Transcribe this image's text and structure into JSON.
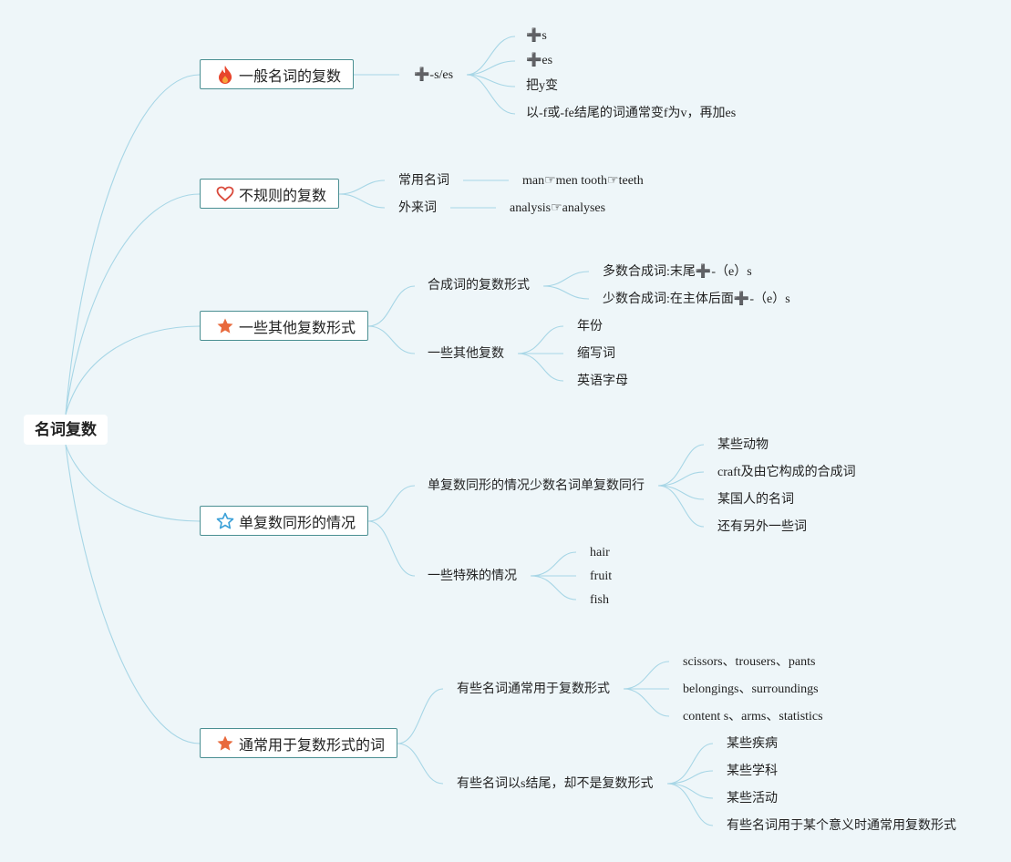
{
  "root": "名词复数",
  "branches": [
    {
      "label": "一般名词的复数",
      "icon": "fire-icon",
      "sub": [
        {
          "label": "➕-s/es",
          "items": [
            "➕s",
            "➕es",
            "把y变",
            "以-f或-fe结尾的词通常变f为v，再加es"
          ]
        }
      ]
    },
    {
      "label": "不规则的复数",
      "icon": "heart-icon",
      "sub": [
        {
          "label": "常用名词",
          "items": [
            "man☞men tooth☞teeth"
          ]
        },
        {
          "label": "外来词",
          "items": [
            "analysis☞analyses"
          ]
        }
      ]
    },
    {
      "label": "一些其他复数形式",
      "icon": "star-filled-icon",
      "sub": [
        {
          "label": "合成词的复数形式",
          "items": [
            "多数合成词:末尾➕-（e）s",
            "少数合成词:在主体后面➕-（e）s"
          ]
        },
        {
          "label": "一些其他复数",
          "items": [
            "年份",
            "缩写词",
            "英语字母"
          ]
        }
      ]
    },
    {
      "label": "单复数同形的情况",
      "icon": "star-outline-icon",
      "sub": [
        {
          "label": "单复数同形的情况少数名词单复数同行",
          "items": [
            "某些动物",
            "craft及由它构成的合成词",
            "某国人的名词",
            "还有另外一些词"
          ]
        },
        {
          "label": "一些特殊的情况",
          "items": [
            "hair",
            "fruit",
            "fish"
          ]
        }
      ]
    },
    {
      "label": "通常用于复数形式的词",
      "icon": "star-filled-icon",
      "sub": [
        {
          "label": "有些名词通常用于复数形式",
          "items": [
            "scissors、trousers、pants",
            "belongings、surroundings",
            "content s、arms、statistics"
          ]
        },
        {
          "label": "有些名词以s结尾，却不是复数形式",
          "items": [
            "某些疾病",
            "某些学科",
            "某些活动",
            "有些名词用于某个意义时通常用复数形式"
          ]
        }
      ]
    }
  ],
  "colors": {
    "background": "#eef6f9",
    "line": "#a7d6e6",
    "border": "#4a8f92",
    "fire": "#e8452c",
    "heart": "#d94a3c",
    "star": "#e8693c",
    "star_outline": "#3aa0d8"
  }
}
